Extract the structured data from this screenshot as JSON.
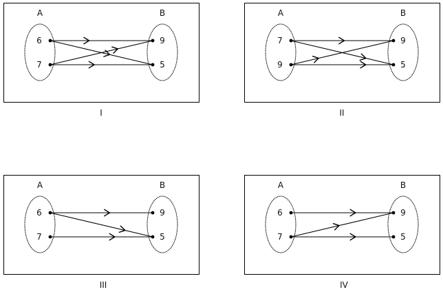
{
  "figure": {
    "description": "Four arrow diagrams of relations from set A to set B",
    "panels": [
      {
        "id": "I",
        "caption": "I",
        "set_a_label": "A",
        "set_b_label": "B",
        "set_a": [
          "6",
          "7"
        ],
        "set_b": [
          "9",
          "5"
        ],
        "edges": [
          {
            "from": "6",
            "to": "9",
            "arrow_at": 0.38
          },
          {
            "from": "6",
            "to": "5",
            "arrow_at": 0.58
          },
          {
            "from": "7",
            "to": "9",
            "arrow_at": 0.66
          },
          {
            "from": "7",
            "to": "5",
            "arrow_at": 0.43
          }
        ]
      },
      {
        "id": "II",
        "caption": "II",
        "set_a_label": "A",
        "set_b_label": "B",
        "set_a": [
          "7",
          "9"
        ],
        "set_b": [
          "9",
          "5"
        ],
        "edges": [
          {
            "from": "7",
            "to": "9",
            "arrow_at": 0.52
          },
          {
            "from": "7",
            "to": "5",
            "arrow_at": 0.73
          },
          {
            "from": "9",
            "to": "9",
            "arrow_at": 0.27
          },
          {
            "from": "9",
            "to": "5",
            "arrow_at": 0.73
          }
        ]
      },
      {
        "id": "III",
        "caption": "III",
        "set_a_label": "A",
        "set_b_label": "B",
        "set_a": [
          "6",
          "7"
        ],
        "set_b": [
          "9",
          "5"
        ],
        "edges": [
          {
            "from": "6",
            "to": "9",
            "arrow_at": 0.58
          },
          {
            "from": "6",
            "to": "5",
            "arrow_at": 0.73
          },
          {
            "from": "7",
            "to": "5",
            "arrow_at": 0.63
          }
        ]
      },
      {
        "id": "IV",
        "caption": "IV",
        "set_a_label": "A",
        "set_b_label": "B",
        "set_a": [
          "6",
          "7"
        ],
        "set_b": [
          "9",
          "5"
        ],
        "edges": [
          {
            "from": "6",
            "to": "9",
            "arrow_at": 0.63
          },
          {
            "from": "7",
            "to": "9",
            "arrow_at": 0.47
          },
          {
            "from": "7",
            "to": "5",
            "arrow_at": 0.63
          }
        ]
      }
    ]
  }
}
